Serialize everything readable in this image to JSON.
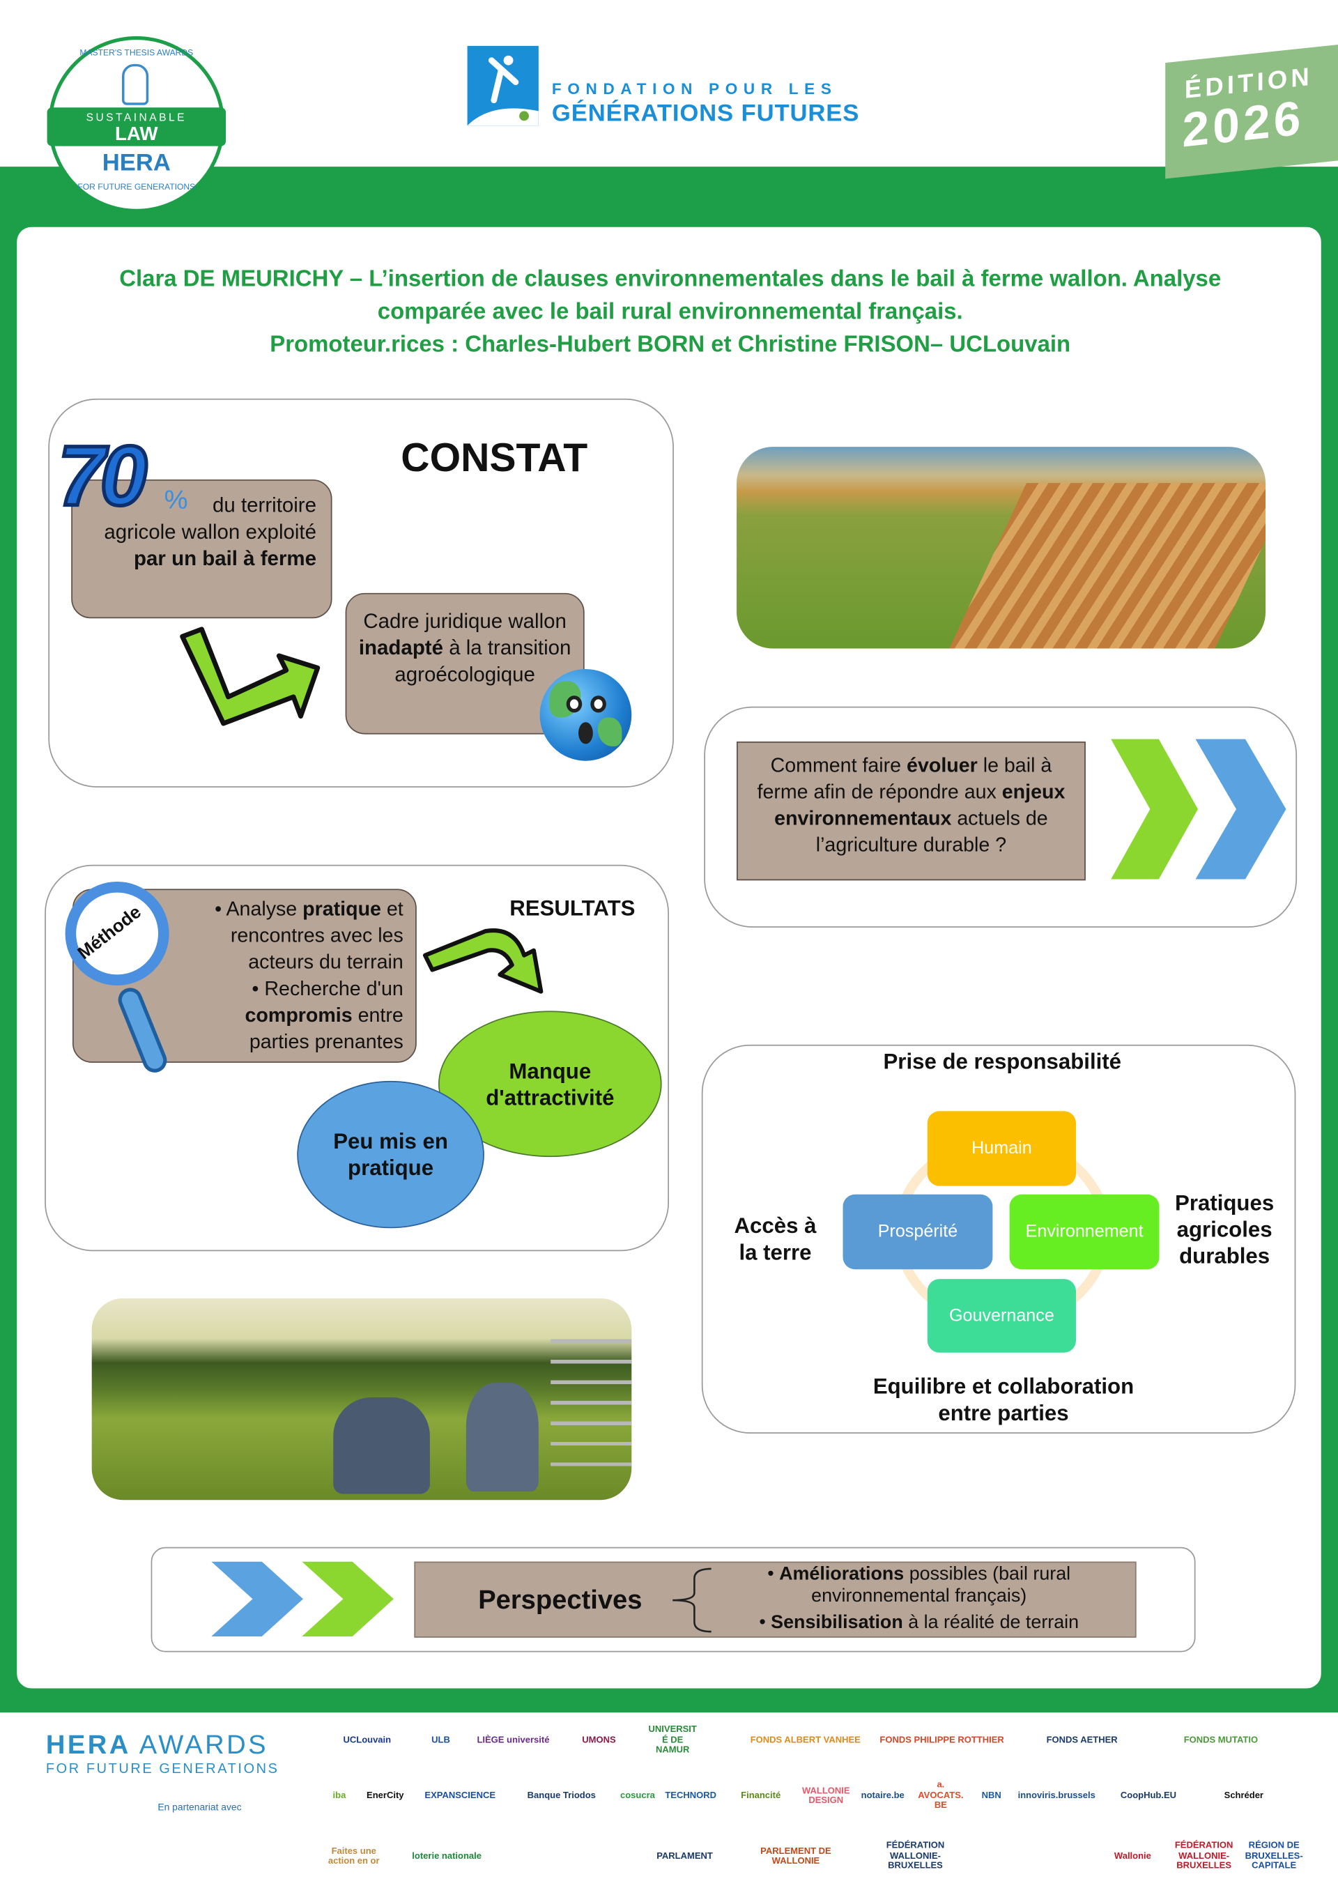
{
  "header": {
    "hera_badge": {
      "top_arc": "MASTER'S THESIS AWARDS",
      "band_line1": "SUSTAINABLE",
      "band_line2": "LAW",
      "mark": "HERA",
      "bottom_arc": "FOR FUTURE GENERATIONS"
    },
    "fondation": {
      "line1": "FONDATION POUR LES",
      "line2": "GÉNÉRATIONS FUTURES"
    },
    "edition": {
      "label": "ÉDITION",
      "year": "2026"
    }
  },
  "title": {
    "line1": "Clara DE MEURICHY – L’insertion de clauses environnementales dans le bail à ferme wallon. Analyse",
    "line2": "comparée avec le bail rural environnemental français.",
    "line3": "Promoteur.rices : Charles-Hubert BORN et Christine FRISON– UCLouvain"
  },
  "constat": {
    "heading": "CONSTAT",
    "stat_number": "70",
    "stat_percent": "%",
    "stat_text_1": "du territoire agricole wallon exploité ",
    "stat_text_bold": "par un bail à ferme",
    "cadre_text_1": "Cadre juridique wallon ",
    "cadre_text_bold": "inadapté",
    "cadre_text_2": " à la transition agroécologique"
  },
  "question": {
    "p1": "Comment faire ",
    "b1": "évoluer",
    "p2": " le bail à ferme afin de répondre aux ",
    "b2": "enjeux environnementaux",
    "p3": " actuels de l’agriculture durable ?"
  },
  "methode": {
    "badge": "Méthode",
    "bullet1_pre": "• Analyse ",
    "bullet1_bold": "pratique",
    "bullet1_post": " et rencontres avec les acteurs du terrain",
    "bullet2_pre": "• Recherche d'un ",
    "bullet2_bold": "compromis",
    "bullet2_post": " entre parties prenantes",
    "results_heading": "RESULTATS",
    "result1": "Manque d'attractivité",
    "result2": "Peu mis en pratique"
  },
  "diagram": {
    "top_label": "Prise de responsabilité",
    "left_label": "Accès à la terre",
    "right_label": "Pratiques agricoles durables",
    "bottom_label": "Equilibre et collaboration entre parties",
    "nodes": [
      {
        "label": "Humain",
        "color": "#fbbf00"
      },
      {
        "label": "Prospérité",
        "color": "#5b9bd5"
      },
      {
        "label": "Environnement",
        "color": "#66ee22"
      },
      {
        "label": "Gouvernance",
        "color": "#3ddc97"
      }
    ]
  },
  "perspectives": {
    "heading": "Perspectives",
    "bullet1_bold": "Améliorations",
    "bullet1_rest": " possibles (bail rural environnemental français)",
    "bullet2_bold": "Sensibilisation",
    "bullet2_rest": " à la réalité de terrain"
  },
  "footer": {
    "hera_line1a": "HERA",
    "hera_line1b": "AWARDS",
    "hera_line2": "FOR FUTURE GENERATIONS",
    "partner_label": "En partenariat avec",
    "logos_row1": [
      "UCLouvain",
      "ULB",
      "LIÈGE université",
      "UMONS",
      "UNIVERSITÉ DE NAMUR",
      "FONDS ALBERT VANHEE",
      "FONDS PHILIPPE ROTTHIER",
      "FONDS AETHER",
      "FONDS MUTATIO"
    ],
    "logos_row2": [
      "iba",
      "EnerCity",
      "EXPANSCIENCE",
      "Banque Triodos",
      "cosucra",
      "TECHNORD",
      "Financité",
      "WALLONIE DESIGN",
      "notaire.be",
      "a. AVOCATS.BE",
      "NBN",
      "innoviris.brussels",
      "CoopHub.EU",
      "Schréder"
    ],
    "logos_row3": [
      "Faites une action en or",
      "loterie nationale",
      "PARLAMENT",
      "PARLEMENT DE WALLONIE",
      "FÉDÉRATION WALLONIE-BRUXELLES",
      "Wallonie",
      "FÉDÉRATION WALLONIE-BRUXELLES",
      "RÉGION DE BRUXELLES-CAPITALE"
    ]
  },
  "colors": {
    "green": "#1d9e48",
    "brown": "#b7a597",
    "blue": "#5ba3e0",
    "lime": "#8cd630"
  }
}
